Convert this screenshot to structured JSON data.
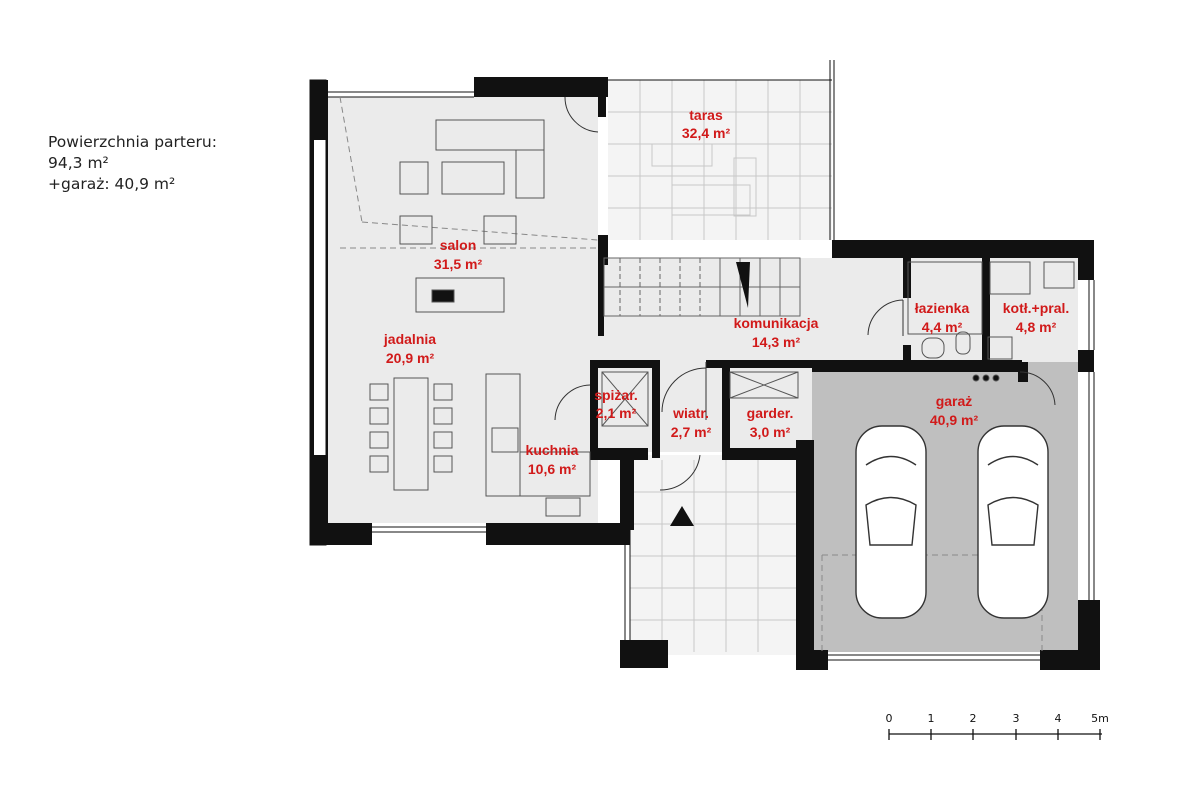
{
  "summary": {
    "title": "Powierzchnia parteru:",
    "ground_area": "94,3 m²",
    "garage_area": "+garaż: 40,9 m²"
  },
  "rooms": [
    {
      "name": "taras",
      "area": "32,4 m²"
    },
    {
      "name": "salon",
      "area": "31,5 m²"
    },
    {
      "name": "jadalnia",
      "area": "20,9 m²"
    },
    {
      "name": "komunikacja",
      "area": "14,3 m²"
    },
    {
      "name": "łazienka",
      "area": "4,4 m²"
    },
    {
      "name": "kotł.+pral.",
      "area": "4,8 m²"
    },
    {
      "name": "spiżar.",
      "area": "2,1 m²"
    },
    {
      "name": "wiatr.",
      "area": "2,7 m²"
    },
    {
      "name": "garder.",
      "area": "3,0 m²"
    },
    {
      "name": "garaż",
      "area": "40,9 m²"
    },
    {
      "name": "kuchnia",
      "area": "10,6 m²"
    }
  ],
  "scale": {
    "ticks": [
      "0",
      "1",
      "2",
      "3",
      "4",
      "5m"
    ]
  },
  "colors": {
    "wall": "#111111",
    "floor": "#ebebeb",
    "garage_floor": "#bfbfbf",
    "label": "#d11a1a",
    "tiles": "#c8c8c8",
    "furniture": "#555555"
  }
}
